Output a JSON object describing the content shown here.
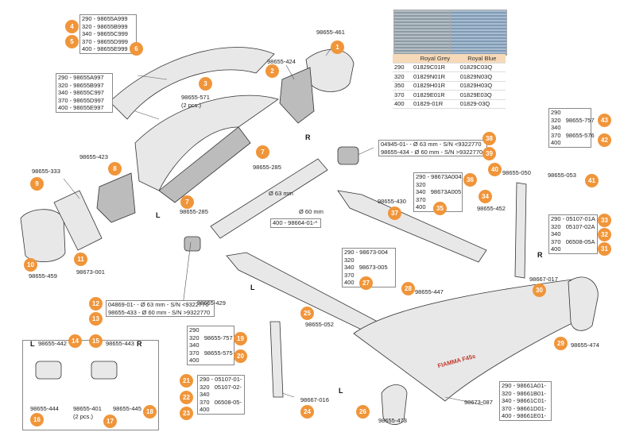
{
  "fabric_table": {
    "headers": [
      "",
      "Royal Grey",
      "Royal Blue"
    ],
    "rows": [
      [
        "290",
        "01829C01R",
        "01829C03Q"
      ],
      [
        "320",
        "01829N01R",
        "01829N03Q"
      ],
      [
        "350",
        "01829H01R",
        "01829H03Q"
      ],
      [
        "370",
        "01829E01R",
        "01829E03Q"
      ],
      [
        "400",
        "01829-01R",
        "01829-03Q"
      ]
    ],
    "grey_color": "#9aa6ae",
    "blue_color": "#8ea7bf"
  },
  "badges": [
    "1",
    "2",
    "3",
    "4",
    "5",
    "6",
    "7",
    "7",
    "8",
    "9",
    "10",
    "11",
    "12",
    "13",
    "14",
    "15",
    "16",
    "17",
    "18",
    "19",
    "20",
    "21",
    "22",
    "23",
    "24",
    "25",
    "26",
    "27",
    "28",
    "29",
    "30",
    "31",
    "32",
    "33",
    "34",
    "35",
    "36",
    "37",
    "38",
    "39",
    "40",
    "41",
    "42",
    "43"
  ],
  "boxes": {
    "top_cover": [
      "290 - 98655A999",
      "320 - 98655B999",
      "340 - 98655C999",
      "370 - 98655D999",
      "400 - 98655E999"
    ],
    "canopy": [
      "290 - 98655A997",
      "320 - 98655B997",
      "340 - 98655C997",
      "370 - 98655D997",
      "400 - 98655E997"
    ],
    "right_arm_upper": [
      "290 - 98673A004",
      "320",
      "340   98673A005",
      "370",
      "400"
    ],
    "left_arm_upper": [
      "290 - 98673-004",
      "320",
      "340   98673-005",
      "370",
      "400"
    ],
    "right_leg_top": [
      "290",
      "320   98655-757",
      "340",
      "370   98655-576",
      "400"
    ],
    "right_leg_low": [
      "290 - 05107-01A",
      "320   05107-02A",
      "340",
      "370   06508-05A",
      "400"
    ],
    "left_leg_top": [
      "290",
      "320   98655-757",
      "340",
      "370   98655-575",
      "400"
    ],
    "left_leg_low": [
      "290 - 05107-01-",
      "320   05107-02-",
      "340",
      "370   06508-05-",
      "400"
    ],
    "front_profile": [
      "290 - 98661A01-",
      "320 - 98661B01-",
      "340 - 98661C01-",
      "370 - 98661D01-",
      "400 - 98661E01-"
    ],
    "tube_left": [
      "04869-01- - Ø 63 mm - S/N <9322770",
      "98655-433 - Ø 60 mm - S/N >9322770"
    ],
    "tube_right": [
      "04945-01- - Ø 63 mm - S/N <9322770",
      "98655-434 - Ø 60 mm - S/N >9322770"
    ],
    "tube_60": [
      "400 - 98664-01-*"
    ]
  },
  "labels": {
    "p461": "98655-461",
    "p424": "98655-424",
    "p571": "98655-571\n(2 pcs.)",
    "p423": "98655-423",
    "p333": "98655-333",
    "p459": "98655-459",
    "p001": "98673-001",
    "p285a": "98655-285",
    "p285b": "98655-285",
    "d63": "Ø 63 mm",
    "d60": "Ø 60 mm",
    "p430": "98655-430",
    "p452": "98655-452",
    "p050": "98655-050",
    "p053": "98655-053",
    "p017": "98667-017",
    "p474": "98655-474",
    "p429": "98655-429",
    "p447": "98655-447",
    "p052": "98655-052",
    "p016": "98667-016",
    "p473": "98655-473",
    "p087": "98673-087",
    "p442": "98655-442",
    "p443": "98655-443",
    "p444": "98655-444",
    "p401": "98655-401\n(2 pcs.)",
    "p445": "98655-445",
    "brand": "FIAMMA F45s"
  },
  "sides": [
    "R",
    "L",
    "R",
    "L",
    "L",
    "R",
    "L"
  ]
}
